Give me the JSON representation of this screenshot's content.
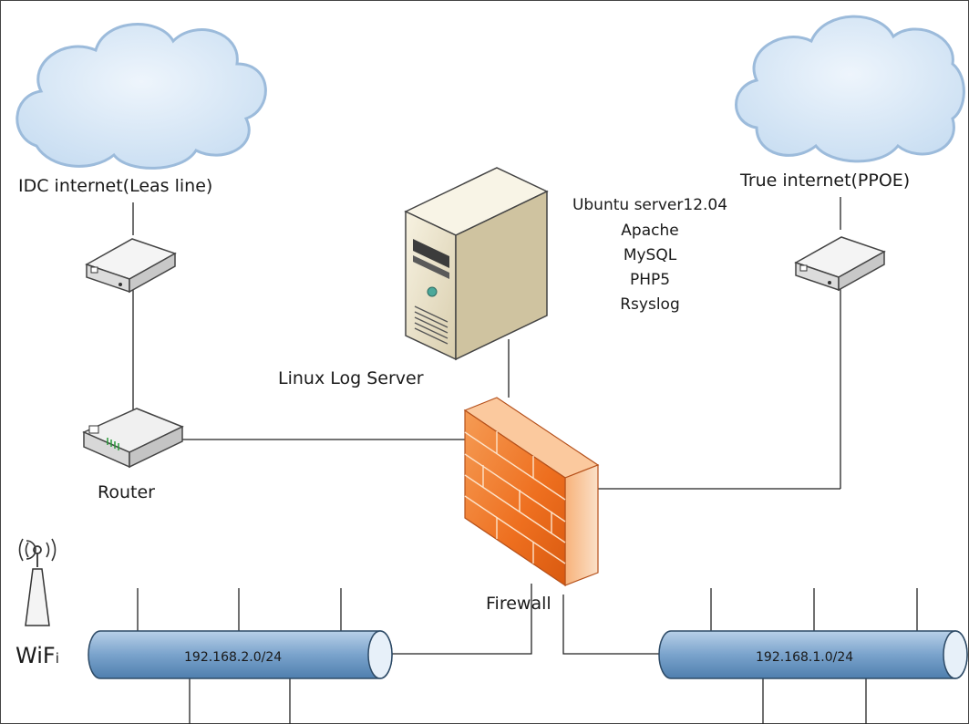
{
  "clouds": {
    "left_label": "IDC internet(Leas line)",
    "right_label": "True internet(PPOE)"
  },
  "server": {
    "label": "Linux Log Server",
    "software": [
      "Ubuntu server12.04",
      "Apache",
      "MySQL",
      "PHP5",
      "Rsyslog"
    ]
  },
  "router": {
    "label": "Router"
  },
  "firewall": {
    "label": "Firewall"
  },
  "wifi": {
    "label_main": "WiF",
    "label_sub": "i"
  },
  "networks": {
    "left": {
      "subnet": "192.168.2.0/24"
    },
    "right": {
      "subnet": "192.168.1.0/24"
    }
  },
  "colors": {
    "cloud_fill": "#d5e6f7",
    "cloud_stroke": "#8fb3d6",
    "pipe_fill": "#7fa7cf",
    "firewall": "#f07a2a",
    "server_fill": "#efe8d0"
  }
}
